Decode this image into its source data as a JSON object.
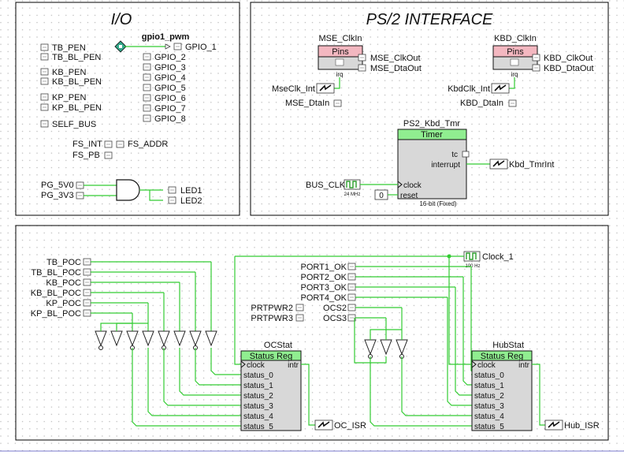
{
  "colors": {
    "wire": "#33cc33",
    "frame": "#000000",
    "block_fill": "#d8d8d8",
    "block_header": "#90ee90",
    "pins_header": "#f3b7c0",
    "grid_dot": "#b9b9b9",
    "bus_icon": "#2e9e2e"
  },
  "io": {
    "title": "I/O",
    "gpio_block": "gpio1_pwm",
    "input_pins": [
      "TB_PEN",
      "TB_BL_PEN",
      "KB_PEN",
      "KB_BL_PEN",
      "KP_PEN",
      "KP_BL_PEN",
      "SELF_BUS"
    ],
    "gpio_outputs": [
      "GPIO_1",
      "GPIO_2",
      "GPIO_3",
      "GPIO_4",
      "GPIO_5",
      "GPIO_6",
      "GPIO_7",
      "GPIO_8"
    ],
    "fs_int": "FS_INT",
    "fs_addr": "FS_ADDR",
    "fs_pb": "FS_PB",
    "pg_inputs": [
      "PG_5V0",
      "PG_3V3"
    ],
    "led_outputs": [
      "LED1",
      "LED2"
    ]
  },
  "ps2": {
    "title": "PS/2 INTERFACE",
    "mse_name": "MSE_ClkIn",
    "kbd_name": "KBD_ClkIn",
    "pins_label": "Pins",
    "irq_label": "irq",
    "mse_outputs": [
      "MSE_ClkOut",
      "MSE_DtaOut"
    ],
    "kbd_outputs": [
      "KBD_ClkOut",
      "KBD_DtaOut"
    ],
    "mse_interrupt": "MseClk_Int",
    "kbd_interrupt": "KbdClk_Int",
    "mse_data_in": "MSE_DtaIn",
    "kbd_data_in": "KBD_DtaIn",
    "timer_name": "PS2_Kbd_Tmr",
    "timer_title": "Timer",
    "timer_ports": {
      "tc": "tc",
      "interrupt": "interrupt",
      "clock": "clock",
      "reset": "reset"
    },
    "timer_desc": "16-bit (Fixed)",
    "bus_clk": "BUS_CLK",
    "bus_clk_freq": "24 MHz",
    "reset_value": "0",
    "timer_int": "Kbd_TmrInt"
  },
  "status": {
    "clock_name": "Clock_1",
    "clock_freq": "100 Hz",
    "left_inputs": [
      "TB_POC",
      "TB_BL_POC",
      "KB_POC",
      "KB_BL_POC",
      "KP_POC",
      "KP_BL_POC"
    ],
    "right_inputs": [
      "PORT1_OK",
      "PORT2_OK",
      "PORT3_OK",
      "PORT4_OK",
      "OCS2",
      "OCS3"
    ],
    "pwr_inputs": [
      "PRTPWR2",
      "PRTPWR3"
    ],
    "ocstat": {
      "name": "OCStat",
      "title": "Status Reg",
      "clock": "clock",
      "intr": "intr",
      "ports": [
        "status_0",
        "status_1",
        "status_2",
        "status_3",
        "status_4",
        "status_5"
      ],
      "isr": "OC_ISR"
    },
    "hubstat": {
      "name": "HubStat",
      "title": "Status Reg",
      "clock": "clock",
      "intr": "intr",
      "ports": [
        "status_0",
        "status_1",
        "status_2",
        "status_3",
        "status_4",
        "status_5"
      ],
      "isr": "Hub_ISR"
    }
  }
}
